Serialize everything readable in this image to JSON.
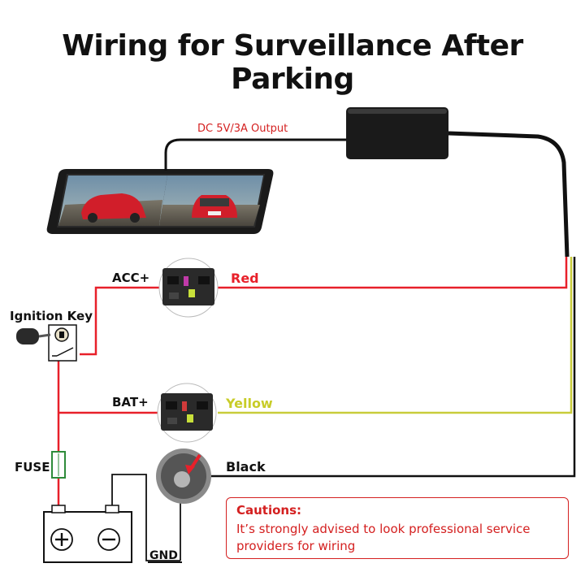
{
  "title": "Wiring for Surveillance After Parking",
  "output_label": "DC 5V/3A Output",
  "labels": {
    "acc": "ACC+",
    "bat": "BAT+",
    "ignition": "Ignition Key",
    "fuse": "FUSE",
    "gnd": "GND"
  },
  "wires": {
    "red": "Red",
    "yellow": "Yellow",
    "black": "Black"
  },
  "caution": {
    "heading": "Cautions:",
    "text": "It’s strongly advised to look professional service providers for wiring"
  },
  "colors": {
    "red_wire": "#e8202a",
    "yellow_wire": "#c8cc3a",
    "black_wire": "#111111",
    "caution": "#d42020",
    "yellow_label": "#c8cc28"
  }
}
